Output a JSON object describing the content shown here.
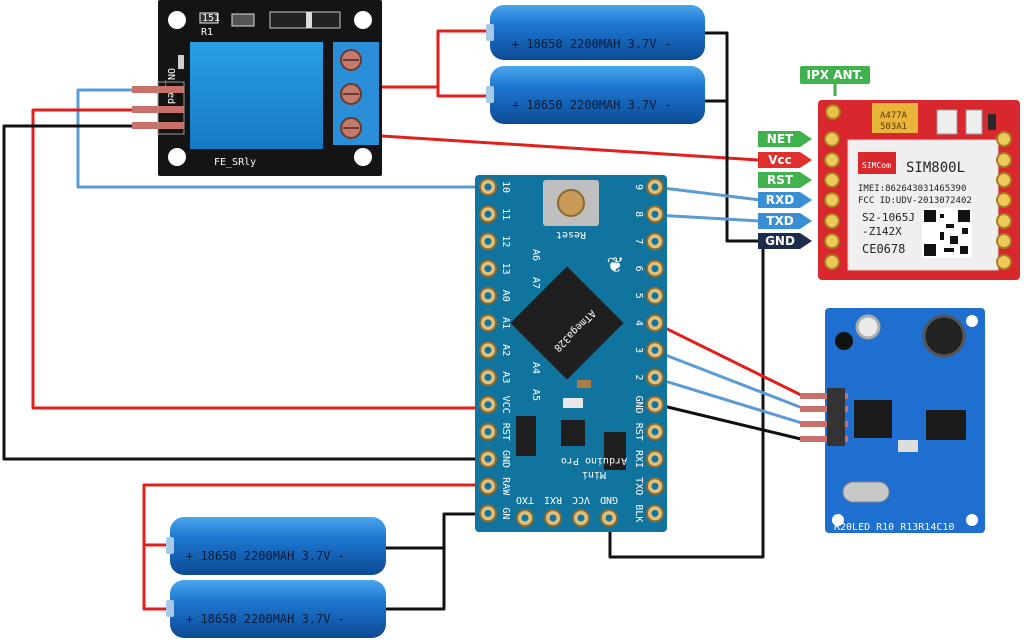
{
  "relay": {
    "module_label": "FE_SRly",
    "silk_r1": "R1",
    "silk_151": "151",
    "silk_led": "ON_led"
  },
  "batteries": {
    "label": "+ 18650 2200MAH 3.7V -"
  },
  "arduino": {
    "chip": "ATmega328",
    "reset": "Reset",
    "title_line1": "Arduino Pro",
    "title_line2": "Mini",
    "left_pins": [
      "10",
      "11",
      "12",
      "13",
      "A0",
      "A1",
      "A2",
      "A3",
      "VCC",
      "RST",
      "GND",
      "RAW",
      "GN"
    ],
    "right_pins": [
      "9",
      "8",
      "7",
      "6",
      "5",
      "4",
      "3",
      "2",
      "GND",
      "RST",
      "RXI",
      "TXO",
      "BLK"
    ],
    "bottom_pins": [
      "TXO",
      "RXI",
      "VCC",
      "GND"
    ],
    "inner_pins": [
      "A6",
      "A7",
      "A4",
      "A5"
    ]
  },
  "gsm": {
    "antenna": "IPX ANT.",
    "model": "SIM800L",
    "brand": "SIMCom",
    "imei": "IMEI:862643031465390",
    "fcc": "FCC ID:UDV-2013072402",
    "code1": "S2-1065J",
    "code2": "-Z142X",
    "ce": "CE0678",
    "cap1": "A477A",
    "cap2": "503A1",
    "pins": [
      {
        "label": "NET",
        "color": "#3fb24d"
      },
      {
        "label": "Vcc",
        "color": "#e0302b"
      },
      {
        "label": "RST",
        "color": "#3fb24d"
      },
      {
        "label": "RXD",
        "color": "#3a8fd4"
      },
      {
        "label": "TXD",
        "color": "#3a8fd4"
      },
      {
        "label": "GND",
        "color": "#1d2c4a"
      }
    ]
  },
  "gps": {
    "silk": "R20LED R10  R13R14C10"
  },
  "wire_colors": {
    "red": "#e0201c",
    "black": "#111111",
    "blue": "#5b9bd5"
  }
}
